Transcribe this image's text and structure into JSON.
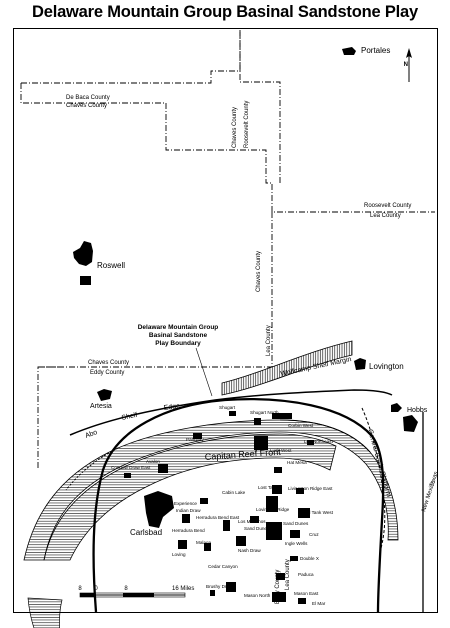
{
  "title": "Delaware Mountain Group Basinal Sandstone Play",
  "north_label": "N",
  "counties": {
    "de_baca": "De Baca County",
    "chaves_top": "Chaves County",
    "chaves_vertical": "Chaves County",
    "roosevelt_vertical": "Roosevelt County",
    "roosevelt_h": "Roosevelt County",
    "lea_h": "Lea County",
    "chaves_v2": "Chaves County",
    "lea_v": "Lea County",
    "chaves_bottom": "Chaves County",
    "eddy_h": "Eddy County",
    "eddy_v": "Eddy County",
    "lea_v2": "Lea County"
  },
  "states": {
    "nm": "New Mexico",
    "tx": "Texas"
  },
  "towns": {
    "portales": "Portales",
    "roswell": "Roswell",
    "lovington": "Lovington",
    "artesia": "Artesia",
    "hobbs": "Hobbs",
    "carlsbad": "Carlsbad"
  },
  "boundary_label": [
    "Delaware Mountain Group",
    "Basinal Sandstone",
    "Play Boundary"
  ],
  "geology": {
    "wolfcamp": "Wolfcamp Shelf Margin",
    "abo": [
      "Abo",
      "Shelf",
      "Edge"
    ],
    "capitan": "Capitan Reef Front",
    "central_basin": "Central Basin Platform"
  },
  "fields": [
    "Shugart",
    "Shugart North",
    "Corbin West",
    "Parkway",
    "Lusk West",
    "Lea Northeast",
    "Avalon",
    "Hat Mesa",
    "Condow Draw East",
    "Lost Tank",
    "Livingston Ridge East",
    "Cabin Lake",
    "Experience",
    "Indian Draw",
    "Lovington Ridge",
    "Red Tank West",
    "Herradura Bend East",
    "Los Medanos",
    "Sand Dunes",
    "Herradura Bend",
    "Sand Dunes West",
    "Ingle Wells",
    "Cruz",
    "Loving",
    "Malaga",
    "Nash Draw",
    "Cedar Canyon",
    "Double X",
    "Paduca",
    "Brushy Draw",
    "Mason North",
    "Mason East",
    "El Mar"
  ],
  "scale": {
    "ticks": [
      "8",
      "0",
      "8",
      "16 Miles"
    ]
  },
  "colors": {
    "ink": "#000000",
    "background": "#ffffff"
  }
}
